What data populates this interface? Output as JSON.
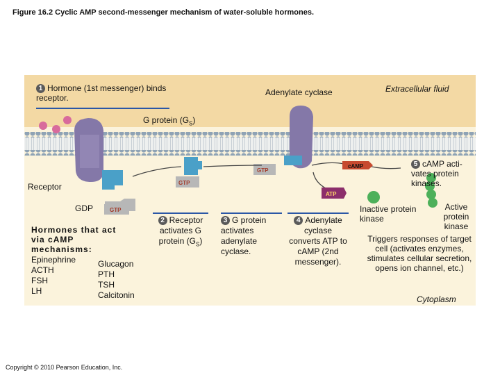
{
  "figure": {
    "title": "Figure 16.2 Cyclic AMP second-messenger mechanism of water-soluble hormones.",
    "copyright": "Copyright © 2010 Pearson Education, Inc."
  },
  "labels": {
    "extracellular_fluid": "Extracellular fluid",
    "cytoplasm": "Cytoplasm",
    "adenylate_cyclase": "Adenylate cyclase",
    "g_protein_top": "G protein (G",
    "g_protein_sub": "S",
    "g_protein_close": ")",
    "receptor": "Receptor",
    "gdp": "GDP",
    "gtp": "GTP",
    "camp": "cAMP",
    "atp": "ATP",
    "inactive_protein_kinase": "Inactive protein kinase",
    "active_protein_kinase": "Active protein kinase",
    "triggers": "Triggers responses of target cell (activates enzymes, stimulates cellular secretion, opens ion channel, etc.)"
  },
  "steps": [
    {
      "num": "1",
      "text": "Hormone (1st messenger) binds receptor."
    },
    {
      "num": "2",
      "text": "Receptor activates G protein (G",
      "sub": "S",
      "tail": ")"
    },
    {
      "num": "3",
      "text": "G protein activates adenylate cyclase."
    },
    {
      "num": "4",
      "text": "Adenylate cyclase converts ATP to cAMP (2nd messenger)."
    },
    {
      "num": "5",
      "text": "cAMP acti- vates protein kinases."
    }
  ],
  "hormones": {
    "title": "Hormones that act via cAMP mechanisms:",
    "col1": [
      "Epinephrine",
      "ACTH",
      "FSH",
      "LH"
    ],
    "col2": [
      "Glucagon",
      "PTH",
      "TSH",
      "Calcitonin"
    ]
  },
  "colors": {
    "membrane_head": "#8fa3b5",
    "receptor": "#8478a8",
    "g_protein": "#4aa0c8",
    "gtp": "#b7b7b7",
    "camp": "#c74a2f",
    "atp": "#8c2e6b",
    "kinase": "#4db05a",
    "hormone": "#d86b9c"
  }
}
